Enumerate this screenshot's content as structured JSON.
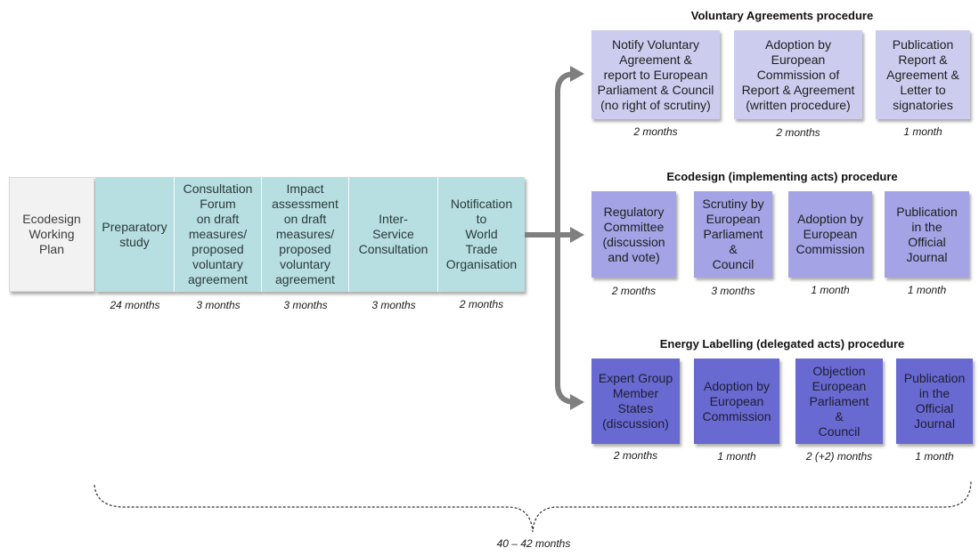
{
  "main_flow": [
    {
      "label": "Ecodesign\nWorking\nPlan",
      "duration": ""
    },
    {
      "label": "Preparatory\nstudy",
      "duration": "24 months"
    },
    {
      "label": "Consultation\nForum\non draft\nmeasures/\nproposed\nvoluntary\nagreement",
      "duration": "3 months"
    },
    {
      "label": "Impact\nassessment\non draft\nmeasures/\nproposed\nvoluntary\nagreement",
      "duration": "3 months"
    },
    {
      "label": "Inter-\nService\nConsultation",
      "duration": "3 months"
    },
    {
      "label": "Notification\nto\nWorld\nTrade\nOrganisation",
      "duration": "2 months"
    }
  ],
  "procedures": [
    {
      "title": "Voluntary Agreements procedure",
      "steps": [
        {
          "label": "Notify Voluntary\nAgreement &\nreport to European\nParliament & Council\n(no right of scrutiny)",
          "duration": "2 months"
        },
        {
          "label": "Adoption by\nEuropean\nCommission of\nReport & Agreement\n(written procedure)",
          "duration": "2 months"
        },
        {
          "label": "Publication\nReport &\nAgreement &\nLetter to\nsignatories",
          "duration": "1 month"
        }
      ]
    },
    {
      "title": "Ecodesign (implementing acts) procedure",
      "steps": [
        {
          "label": "Regulatory\nCommittee\n(discussion\nand vote)",
          "duration": "2 months"
        },
        {
          "label": "Scrutiny by\nEuropean\nParliament\n&\nCouncil",
          "duration": "3 months"
        },
        {
          "label": "Adoption by\nEuropean\nCommission",
          "duration": "1 month"
        },
        {
          "label": "Publication\nin the\nOfficial\nJournal",
          "duration": "1 month"
        }
      ]
    },
    {
      "title": "Energy Labelling (delegated acts) procedure",
      "steps": [
        {
          "label": "Expert Group\nMember\nStates\n(discussion)",
          "duration": "2 months"
        },
        {
          "label": "Adoption by\nEuropean\nCommission",
          "duration": "1 month"
        },
        {
          "label": "Objection\nEuropean\nParliament\n&\nCouncil",
          "duration": "2 (+2) months"
        },
        {
          "label": "Publication\nin the\nOfficial\nJournal",
          "duration": "1 month"
        }
      ]
    }
  ],
  "total_duration": "40 – 42 months",
  "colors": {
    "working_plan": "#f2f2f2",
    "main_flow": "#b7dee0",
    "voluntary": "#ccccef",
    "ecodesign": "#a3a3e6",
    "energy_labelling": "#6969d2",
    "arrow": "#7f7f7f"
  }
}
